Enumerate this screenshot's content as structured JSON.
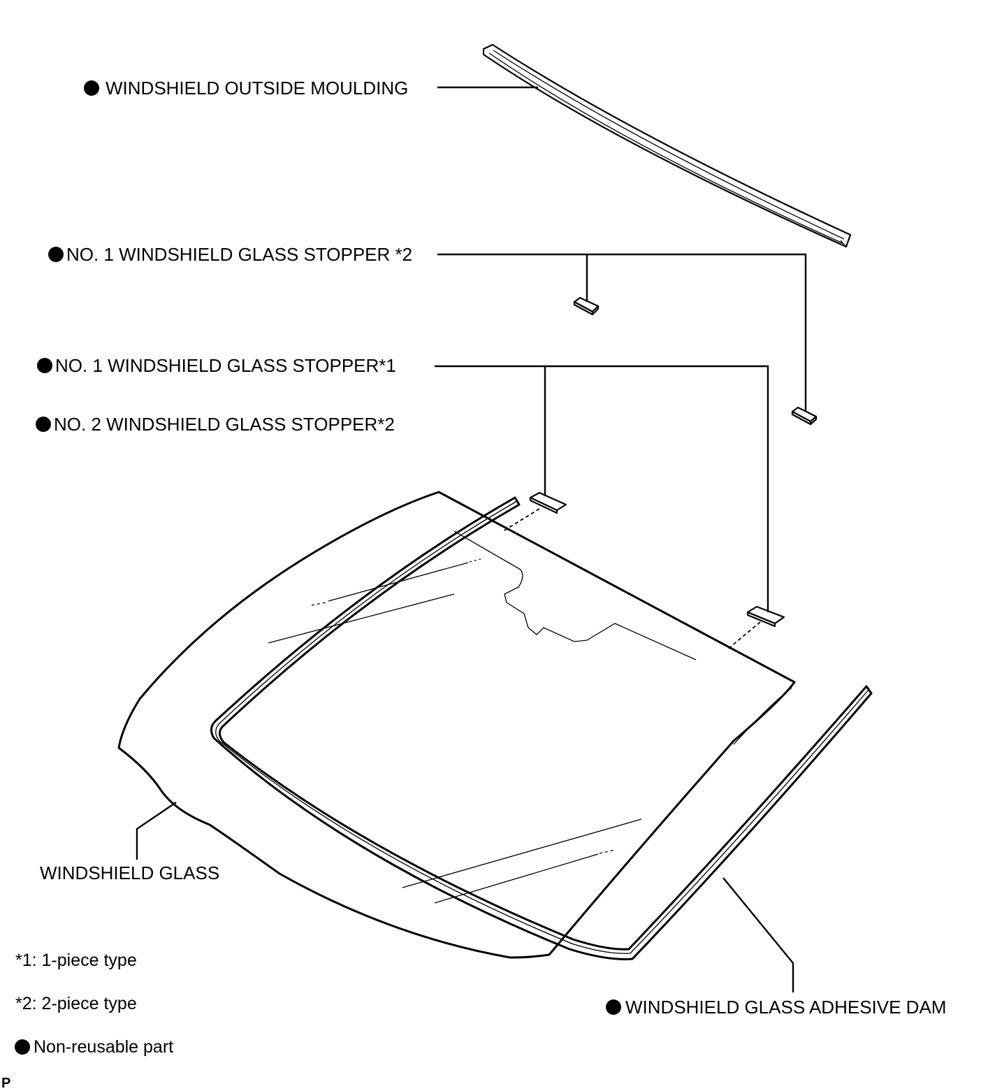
{
  "labels": {
    "outside_moulding": "WINDSHIELD OUTSIDE MOULDING",
    "stopper_no1_2pc": "NO. 1 WINDSHIELD GLASS STOPPER *2",
    "stopper_no1_1pc": "NO. 1 WINDSHIELD GLASS STOPPER*1",
    "stopper_no2_2pc": "NO. 2 WINDSHIELD GLASS STOPPER*2",
    "windshield_glass": "WINDSHIELD GLASS",
    "adhesive_dam": "WINDSHIELD GLASS ADHESIVE DAM"
  },
  "legend": {
    "note1": "*1: 1-piece type",
    "note2": "*2: 2-piece type",
    "non_reusable": "Non-reusable part"
  },
  "corner_code": "P",
  "colors": {
    "line": "#000000",
    "background": "#ffffff"
  },
  "icons": {
    "non_reusable_marker": "filled-circle-icon"
  }
}
